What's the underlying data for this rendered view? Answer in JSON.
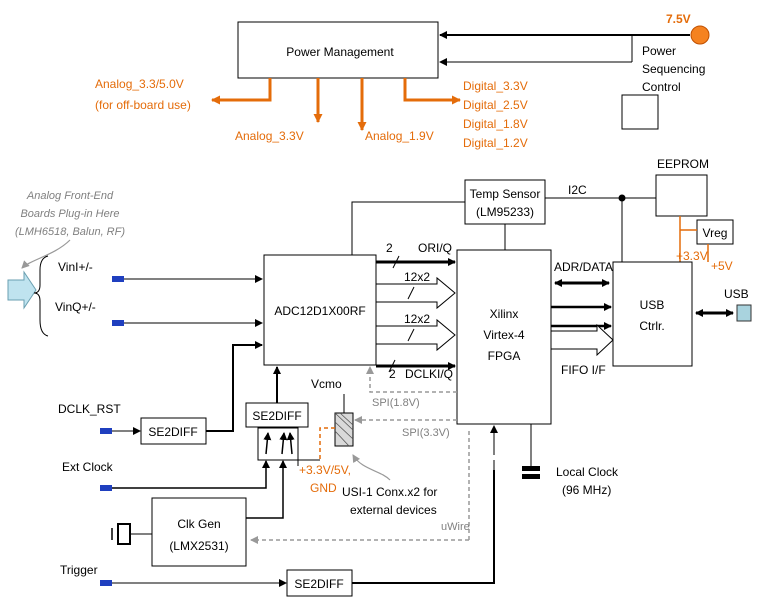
{
  "power": {
    "title": "Power Management",
    "input_voltage": "7.5V",
    "sequencing": [
      "Power",
      "Sequencing",
      "Control"
    ],
    "analog_offboard": [
      "Analog_3.3/5.0V",
      "(for off-board use)"
    ],
    "analog_33": "Analog_3.3V",
    "analog_19": "Analog_1.9V",
    "digital": [
      "Digital_3.3V",
      "Digital_2.5V",
      "Digital_1.8V",
      "Digital_1.2V"
    ]
  },
  "frontend": {
    "note": [
      "Analog Front-End",
      "Boards Plug-in Here",
      "(LMH6518, Balun, RF)"
    ],
    "vin_i": "VinI+/-",
    "vin_q": "VinQ+/-"
  },
  "adc": {
    "title": "ADC12D1X00RF",
    "vcmo": "Vcmo"
  },
  "temp": {
    "line1": "Temp Sensor",
    "line2": "(LM95233)",
    "i2c": "I2C"
  },
  "fpga": {
    "lines": [
      "Xilinx",
      "Virtex-4",
      "FPGA"
    ]
  },
  "buses": {
    "two_a": "2",
    "ori_q": "ORI/Q",
    "x2_a": "12x2",
    "x2_b": "12x2",
    "two_b": "2",
    "dclk": "DCLKI/Q",
    "spi18": "SPI(1.8V)",
    "spi33": "SPI(3.3V)",
    "uwire": "uWire",
    "adr_data": "ADR/DATA",
    "fifo": "FIFO I/F"
  },
  "eeprom": {
    "title": "EEPROM",
    "vreg": "Vreg",
    "v33": "+3.3V",
    "v5": "+5V"
  },
  "usb": {
    "ctrl": [
      "USB",
      "Ctrlr."
    ],
    "label": "USB"
  },
  "clocks": {
    "local": [
      "Local Clock",
      "(96 MHz)"
    ],
    "dclk_rst": "DCLK_RST",
    "ext_clock": "Ext Clock",
    "clkgen": [
      "Clk Gen",
      "(LMX2531)"
    ],
    "trigger": "Trigger",
    "se2diff": "SE2DIFF"
  },
  "usi": {
    "supply": [
      "+3.3V/5V,",
      "GND"
    ],
    "note": [
      "USI-1 Conx.x2  for",
      "external devices"
    ]
  },
  "colors": {
    "orange": "#E46C0A",
    "grey": "#808080",
    "blue": "#1F3FBF",
    "black": "#000000"
  }
}
